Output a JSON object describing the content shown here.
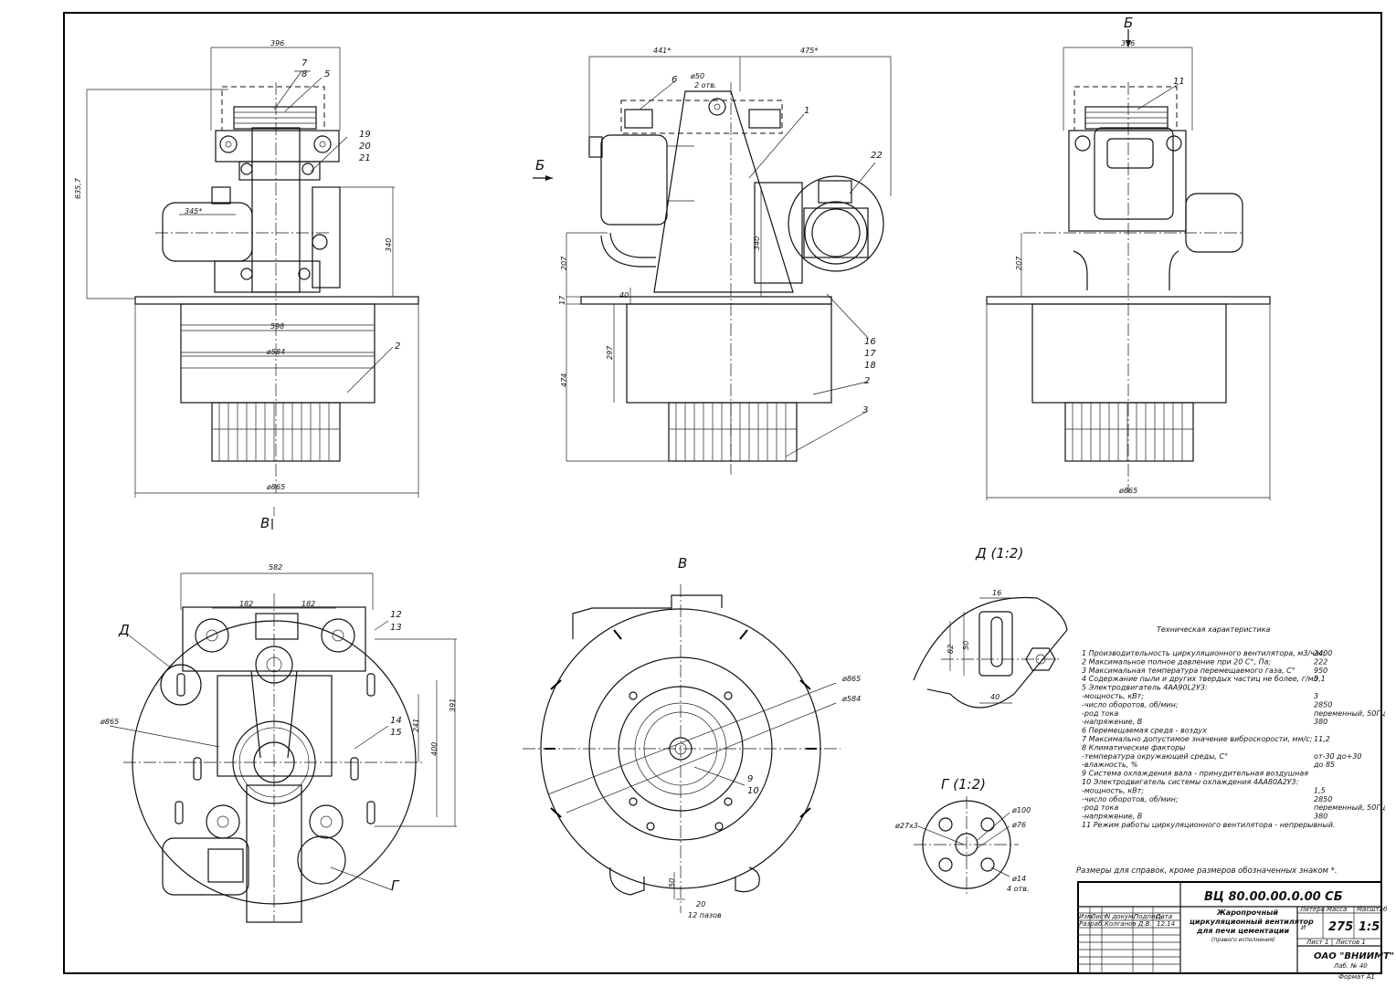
{
  "drawing": {
    "dims_front": {
      "top": "396",
      "height": "635,7",
      "motor": "345*",
      "plate_h": "340",
      "plate_w": "598",
      "body_d": "ø584",
      "base_d": "ø865"
    },
    "dims_side": {
      "w1": "441*",
      "w2": "475*",
      "hole": "ø50",
      "hole_note": "2 отв.",
      "h340": "340",
      "h207": "207",
      "h17": "17",
      "h40": "40",
      "h297": "297",
      "h474": "474"
    },
    "dims_right": {
      "top": "396",
      "h207": "207",
      "base_d": "ø865"
    },
    "dims_bottom": {
      "w582": "582",
      "w182a": "182",
      "w182b": "182",
      "d865": "ø865",
      "h391": "391",
      "h400": "400",
      "h241": "241"
    },
    "dims_B": {
      "d865": "ø865",
      "d584": "ø584",
      "w20": "20",
      "h50": "50",
      "note": "12 пазов"
    },
    "dims_D": {
      "w16": "16",
      "h82": "82",
      "h50": "50",
      "w40": "40"
    },
    "dims_G": {
      "d100": "ø100",
      "d76": "ø76",
      "d14": "ø14",
      "holes": "4 отв.",
      "slot": "ø27x3"
    },
    "view_labels": {
      "B_arrow": "Б",
      "B_top": "Б",
      "V_arrow": "В",
      "V_view": "В",
      "D_view": "Д (1:2)",
      "G_view": "Г (1:2)",
      "D_callout": "Д",
      "G_callout": "Г"
    },
    "callouts": {
      "front": [
        "7",
        "8",
        "5",
        "19",
        "20",
        "21",
        "2"
      ],
      "side": [
        "6",
        "1",
        "22",
        "16",
        "17",
        "18",
        "2",
        "3"
      ],
      "right": [
        "11"
      ],
      "bottom": [
        "12",
        "13",
        "14",
        "15"
      ],
      "viewB": [
        "9",
        "10"
      ]
    }
  },
  "specs": {
    "title": "Техническая характеристика",
    "rows": [
      {
        "text": "1 Производительность циркуляционного вентилятора, м3/час;",
        "value": "2400"
      },
      {
        "text": "2 Максимальное полное давление при 20 С°, Па;",
        "value": "222"
      },
      {
        "text": "3 Максимальная температура перемещаемого газа, С°",
        "value": "950"
      },
      {
        "text": "4 Содержание пыли и других твердых частиц не более, г/м3",
        "value": "0,1"
      },
      {
        "text": "5 Электродвигатель 4АА90L2У3:",
        "value": ""
      },
      {
        "text": "  -мощность, кВт;",
        "value": "3"
      },
      {
        "text": "  -число оборотов, об/мин;",
        "value": "2850"
      },
      {
        "text": "  -род тока",
        "value": "переменный, 50Гц"
      },
      {
        "text": "  -напряжение, В",
        "value": "380"
      },
      {
        "text": "6 Перемещаемая среда - воздух",
        "value": ""
      },
      {
        "text": "7 Максимально допустимое значение виброскорости, мм/с;",
        "value": "11,2"
      },
      {
        "text": "8 Климатические факторы",
        "value": ""
      },
      {
        "text": "  -температура окружающей среды, С°",
        "value": "от-30 до+30"
      },
      {
        "text": "  -влажность, %",
        "value": "до 85"
      },
      {
        "text": "9 Система охлаждения вала - принудительная воздушная",
        "value": ""
      },
      {
        "text": "10 Электродвигатель системы охлаждения 4АА80А2У3:",
        "value": ""
      },
      {
        "text": "  -мощность, кВт;",
        "value": "1,5"
      },
      {
        "text": "  -число оборотов, об/мин;",
        "value": "2850"
      },
      {
        "text": "  -род тока",
        "value": "переменный, 50Гц"
      },
      {
        "text": "  -напряжение, В",
        "value": "380"
      },
      {
        "text": "11 Режим работы циркуляционного вентилятора - непрерывный.",
        "value": ""
      }
    ],
    "note": "Размеры для справок, кроме размеров обозначенных знаком *."
  },
  "title_block": {
    "code": "ВЦ 80.00.00.0.00 СБ",
    "name1": "Жаропрочный",
    "name2": "циркуляционный вентилятор",
    "name3": "для печи цементации",
    "name4": "(правого исполнения)",
    "lit_h": "Литера",
    "mass_h": "Масса",
    "scale_h": "Масштаб",
    "lit": "И",
    "mass": "275",
    "scale": "1:5",
    "sheet": "Лист 1",
    "sheets": "Листов 1",
    "org": "ОАО \"ВНИИМТ\"",
    "org_sub": "Лаб. № 40",
    "format": "Формат А1",
    "rows": [
      {
        "c1": "Изм.",
        "c2": "Лист",
        "c3": "N докум.",
        "c4": "Подпись",
        "c5": "Дата"
      },
      {
        "c1": "Разраб.",
        "c2": "",
        "c3": "Колганов Д.В.",
        "c4": "",
        "c5": "12.14"
      }
    ]
  }
}
